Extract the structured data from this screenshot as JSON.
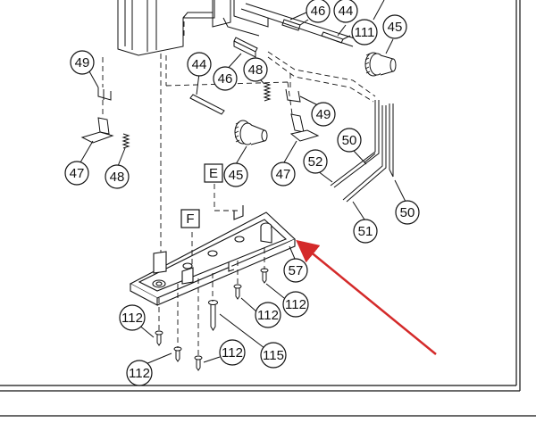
{
  "callouts": {
    "c46_top": "46",
    "c44_top": "44",
    "c111": "111",
    "c45_top": "45",
    "c49_left": "49",
    "c44_mid": "44",
    "c46_mid": "46",
    "c48_mid": "48",
    "c49_right": "49",
    "c47_left": "47",
    "c48_left": "48",
    "c45_mid": "45",
    "c47_right": "47",
    "c50_mid": "50",
    "c52": "52",
    "c50_right": "50",
    "c51": "51",
    "c57": "57",
    "c112_a": "112",
    "c112_b": "112",
    "c112_c": "112",
    "c112_d": "112",
    "c112_e": "112",
    "c115": "115"
  },
  "reference_boxes": {
    "box_e": "E",
    "box_f": "F"
  },
  "colors": {
    "line": "#111111",
    "annotation_arrow": "#d42a2a"
  }
}
